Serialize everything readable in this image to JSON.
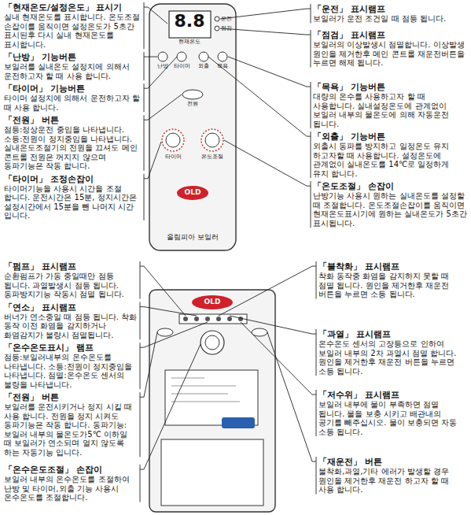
{
  "diagram": {
    "labels": [
      "「현재온도/설정온도」 표시기",
      "실내 현재온도를 표시합니다. 온도조절 손잡이를 움직이면 설정온도가 5초간 표시된후 다시 실내 현재온도를 표시합니다.",
      "「난방」 기능버튼",
      "보일러를 실내온도 설정치에 의해서 운전하고자 할 때 사용 합니다.",
      "「타이머」 기능버튼",
      "타이머 설정치에 의해서 운전하고자 할 때 사용 합니다.",
      "「전원」 버튼",
      "점등:정상운전 중임을 나타냅니다. 소등:전원이 정지중임을 나타냅니다. 실내온도조절기의 전원을 끄셔도 메인 콘트롤 전원은 꺼지지 않으며 동파기능은 작동 합니다.",
      "「타이머」 조정손잡이",
      "타이머기능을 사용시 시간을 조절 합니다. 운전시간은 15분, 정지시간은 설정시간에서 15분을 뺀 나머지 시간 입니다.",
      "「운전」 표시램프",
      "보일러가 운전 조건일 때 점등 됩니다.",
      "「점검」 표시램프",
      "보일러의 이상발생시 점멸합니다. 이상발생 원인을 제거한후 메인 콘트롤 재운전버튼을 누르면 해제 됩니다.",
      "「목욕」 기능버튼",
      "대량의 온수를 사용하고자 할 때 사용합니다. 실내설정온도에 관계없이 보일러 내부의 물온도에 의해 자동운전 됩니다.",
      "「외출」 기능버튼",
      "외출시 동파를 방지하고 일정온도 유지 하고자할 때 사용합니다. 설정온도에 관계없이 실내온도를 14℃로 일정하게 유지 합니다.",
      "「온도조절」 손잡이",
      "난방기능 사용시 원하는 실내온도를 설정할 때 조절합니다. 온도조절손잡이를 움직이면 현재온도표시기에 원하는 실내온도가 5초간 표시됩니다.",
      "「펌프」 표시램프",
      "순환펌프가 가동 중일때만 점등 됩니다. 과열발생시 점등 됩니다. 동파방지기능 작동시 점멸 됩니다.",
      "「연소」 표시램프",
      "버너가 연소중일 때 점등 됩니다. 착화 동작 이전 화염을 감지하거나 화염감지가 불량시 점멸됩니다.",
      "「온수온도표시」 램프",
      "점등:보일러내부의 온수온도를 나타냅니다. 소등:전원이 정지중임을 나타냅니다. 점멸:온수온도 센서의 불량을 나타냅니다.",
      "「전원」 버튼",
      "보일러를 운전시키거나 정지 시킬 때 사용 합니다. 전원을 정지 시켜도 동파기능은 작동 합니다. 동파기능:보일러 내부의 물온도가5℃ 이하일 때 보일러가 연소되며 얼지 않도록 하는 자동기능 입니다.",
      "「온수온도조절」 손잡이",
      "보일러 내부의 온수온도를 조절하여 난방 및 타이머,외출 기능 사용시 온수온도를 조절합니다.",
      "「불착화」 표시램프",
      "착화 동작중 화염을 감지하지 못할 때 점멸 됩니다. 원인을 제거한후 재운전 버튼을 누르면 소등 됩니다.",
      "「과열」 표시램프",
      "온수온도 센서의 고장등으로 인하여 보일러 내부의 2차 과열시 점멸 합니다. 원인을 제거한후 재운전 버튼을 누르면 소등 됩니다.",
      "「저수위」 표시램프",
      "보일러 내부에 물이 부족하면 점멸 됩니다. 물을 보충 시키고 배관내의 공기를 빼주십시오. 물이 보충되면 자동 소등 됩니다.",
      "「재운전」 버튼",
      "불착화,과열,기타 에러가 발생할 경우 원인을 제거한후 재운전 하고자 할 때 사용 합니다.",
      "8.8",
      "현재온도",
      "운전",
      "점검",
      "난방",
      "타이머",
      "외출",
      "목욕",
      "전원",
      "타이머",
      "온도조절",
      "OLD",
      "올림피아 보일러",
      "OLD"
    ]
  }
}
